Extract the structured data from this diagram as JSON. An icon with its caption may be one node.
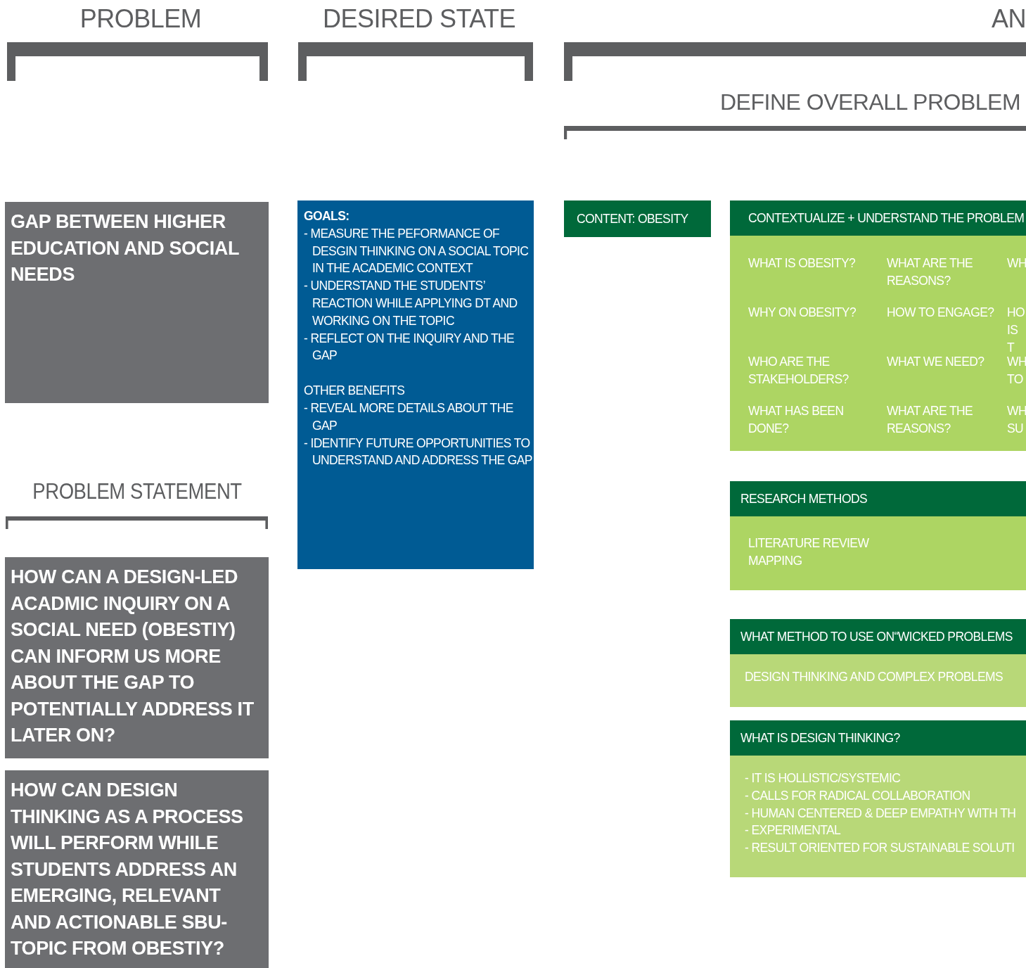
{
  "diagram": {
    "nodes": [
      {
        "text": [
          "GAP BETWEEN HIGHER EDUCATION AND SOCIAL NEEDS"
        ]
      },
      {
        "text": [
          "HOW CAN A DESIGN-LED ACADMIC INQUIRY ON A SOCIAL NEED (OBESTIY) CAN INFORM US MORE ABOUT THE GAP TO POTENTIALLY ADDRESS IT LATER ON?"
        ]
      },
      {
        "text": [
          "HOW CAN DESIGN THINKING AS A PROCESS WILL PERFORM WHILE STUDENTS ADDRESS  AN EMERGING, RELEVANT AND ACTIONABLE SBU-TOPIC FROM OBESTIY?"
        ]
      },
      {
        "text": [
          "GOALS:",
          "- MEASURE THE PEFORMANCE OF DESGIN THINKING ON A SOCIAL TOPIC IN THE ACADEMIC CONTEXT",
          "- UNDERSTAND THE STUDENTS’ REACTION WHILE APPLYING DT AND WORKING ON THE TOPIC",
          "- REFLECT ON THE INQUIRY AND THE GAP",
          "OTHER BENEFITS",
          "- REVEAL MORE DETAILS ABOUT THE GAP",
          "- IDENTIFY FUTURE OPPORTUNITIES TO UNDERSTAND AND ADDRESS THE GAP"
        ]
      },
      {
        "text": [
          "CONTENT: OBESITY"
        ]
      },
      {
        "text": [
          "CONTEXTUALIZE + UNDERSTAND THE PROBLEM",
          "WHAT IS OBESITY?",
          "WHAT ARE THE REASONS?",
          "WH",
          "WHY ON OBESITY?",
          "HOW TO ENGAGE?",
          "HO IS T",
          "WHO ARE THE STAKEHOLDERS?",
          "WHAT WE NEED?",
          "WH TO",
          "WHAT HAS BEEN DONE?",
          "WHAT ARE THE REASONS?",
          "WH SU"
        ]
      },
      {
        "text": [
          "RESEARCH METHODS",
          "LITERATURE REVIEW",
          "MAPPING"
        ]
      },
      {
        "text": [
          "WHAT METHOD TO USE ON“WICKED PROBLEMS",
          "DESIGN THINKING AND COMPLEX PROBLEMS"
        ]
      },
      {
        "text": [
          "WHAT IS DESIGN THINKING?",
          "- IT IS HOLLISTIC/SYSTEMIC",
          "- CALLS FOR RADICAL COLLABORATION",
          "- HUMAN CENTERED & DEEP EMPATHY WITH TH",
          "- EXPERIMENTAL",
          "- RESULT ORIENTED FOR SUSTAINABLE SOLUTI"
        ]
      },
      {
        "text": [],
        "shape": "bracket"
      },
      {
        "text": [],
        "shape": "bracket"
      },
      {
        "text": [],
        "shape": "bracket"
      },
      {
        "text": [],
        "shape": "bracket"
      },
      {
        "text": [],
        "shape": "bracket"
      }
    ],
    "labels": [
      "PROBLEM",
      "DESIRED STATE",
      "AN",
      "DEFINE OVERALL PROBLEM",
      "PROBLEM STATEMENT"
    ]
  }
}
